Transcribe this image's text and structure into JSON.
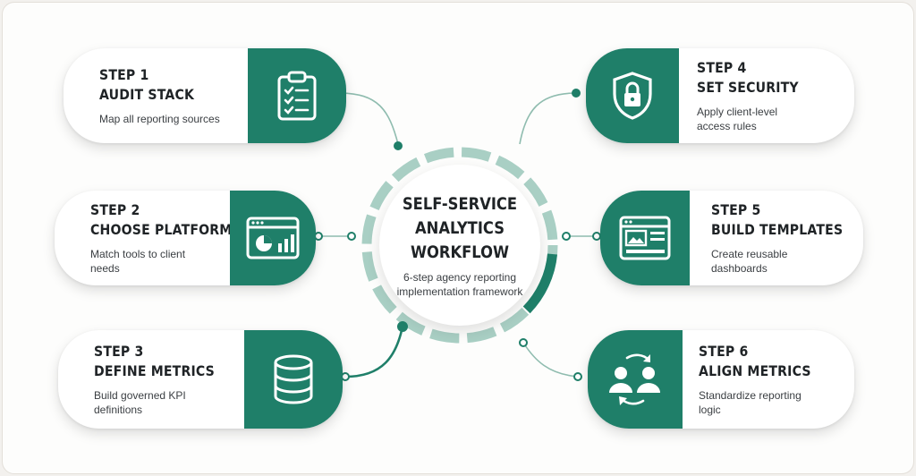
{
  "hub": {
    "title_lines": [
      "SELF-SERVICE",
      "ANALYTICS",
      "WORKFLOW"
    ],
    "subtitle": "6-step agency reporting implementation framework"
  },
  "steps": [
    {
      "step": "STEP 1",
      "title": "AUDIT STACK",
      "desc": "Map all reporting sources",
      "icon": "clipboard-checklist-icon"
    },
    {
      "step": "STEP 2",
      "title": "CHOOSE PLATFORM",
      "desc": "Match tools to client needs",
      "icon": "dashboard-window-icon"
    },
    {
      "step": "STEP 3",
      "title": "DEFINE METRICS",
      "desc": "Build governed KPI definitions",
      "icon": "database-icon"
    },
    {
      "step": "STEP 4",
      "title": "SET SECURITY",
      "desc": "Apply client-level access rules",
      "icon": "shield-lock-icon"
    },
    {
      "step": "STEP 5",
      "title": "BUILD TEMPLATES",
      "desc": "Create reusable dashboards",
      "icon": "template-layout-icon"
    },
    {
      "step": "STEP 6",
      "title": "ALIGN METRICS",
      "desc": "Standardize reporting logic",
      "icon": "users-sync-icon"
    }
  ],
  "colors": {
    "accent": "#1f7f69",
    "ring_light": "#a9cfc4",
    "connector": "#8fbcaf"
  }
}
